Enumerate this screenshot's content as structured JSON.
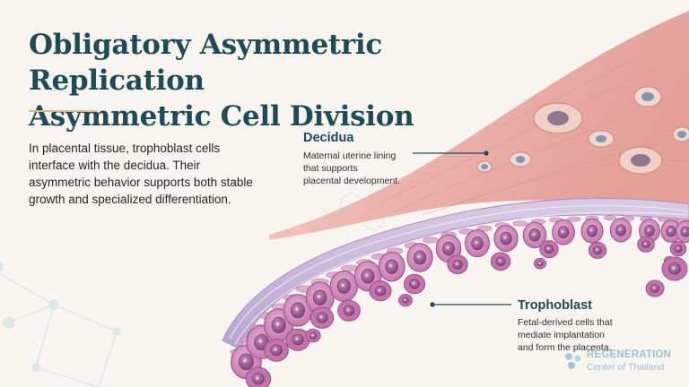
{
  "title": {
    "line1": "Obligatory Asymmetric Replication",
    "line2": "Asymmetric Cell Division"
  },
  "intro": "In placental tissue, trophoblast cells interface with the decidua. Their asymmetric behavior supports both stable growth and specialized differentiation.",
  "labels": {
    "decidua": {
      "title": "Decidua",
      "lines": [
        "Maternal uterine lining",
        "that supports",
        "placental development."
      ]
    },
    "trophoblast": {
      "title": "Trophoblast",
      "lines": [
        "Fetal-derived cells that",
        "mediate implantation",
        "and form the placenta."
      ]
    }
  },
  "logo": {
    "line1": "REGENERATION",
    "line2": "Center of Thailand"
  },
  "colors": {
    "title": "#1e4b55",
    "accent_rule": "#e2b877",
    "decidua_tissue": "#eeb8b2",
    "trophoblast_cells": "#c87bb0",
    "membrane": "#b9a6d2"
  }
}
